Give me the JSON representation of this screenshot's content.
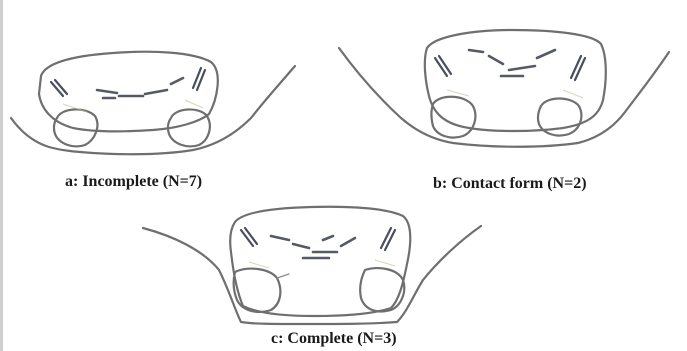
{
  "header": {
    "corner_text": ""
  },
  "panels": [
    {
      "id": "a",
      "caption": "a: Incomplete (N=7)"
    },
    {
      "id": "b",
      "caption": "b: Contact form (N=2)"
    },
    {
      "id": "c",
      "caption": "c: Complete (N=3)"
    }
  ]
}
